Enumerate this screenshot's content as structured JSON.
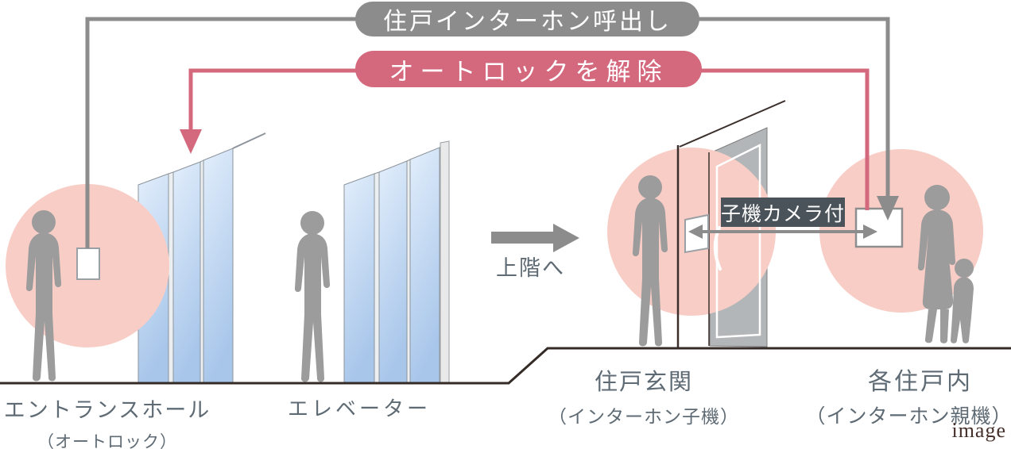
{
  "banners": {
    "call_label": "住戸インターホン呼出し",
    "unlock_label": "オートロックを解除"
  },
  "labels": {
    "to_upper_floor": "上階へ",
    "camera_unit": "子機カメラ付",
    "entrance_hall": "エントランスホール",
    "entrance_hall_sub": "（オートロック）",
    "elevator": "エレベーター",
    "unit_entrance": "住戸玄関",
    "unit_entrance_sub": "（インターホン子機）",
    "unit_interior": "各住戸内",
    "unit_interior_sub": "（インターホン親機）",
    "image_note": "image"
  },
  "colors": {
    "banner_gray": "#8c8c8c",
    "banner_red": "#d4697e",
    "highlight_circle_pink": "#f8cdc6",
    "glass_blue_top": "#e2eefb",
    "glass_blue_bottom": "#a8c6ea",
    "silhouette_gray": "#9c9c9c",
    "label_slate": "#5f6b74",
    "camera_tag_bg": "#4a525a",
    "ground_dark": "#342a26",
    "door_gray": "#b3b6b8"
  }
}
